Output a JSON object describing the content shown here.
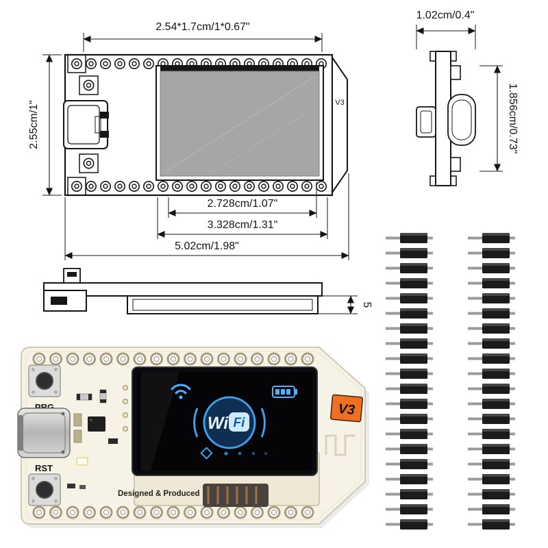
{
  "top_view": {
    "dim_header_width": "2.54*1.7cm/1*0.67\"",
    "dim_board_height": "2.55cm/1\"",
    "dim_screen_width": "2.728cm/1.07\"",
    "dim_module_width": "3.328cm/1.31\"",
    "dim_board_width": "5.02cm/1.98\"",
    "version_label": "V3"
  },
  "side_view": {
    "dim_width": "1.02cm/0.4\"",
    "dim_height": "1.856cm/0.73\""
  },
  "profile_view": {
    "dim_thickness": "5"
  },
  "board": {
    "prg_button": "PRG",
    "rst_button": "RST",
    "version_badge": "V3",
    "silkscreen": "Designed & Produced",
    "oled": {
      "logo_wi": "Wi",
      "logo_fi": "Fi"
    }
  },
  "colors": {
    "screen_blue": "#4db2ff",
    "badge_orange": "#ef7022",
    "pcb_ivory": "#f6f2e6",
    "drawing_line": "#141414"
  }
}
